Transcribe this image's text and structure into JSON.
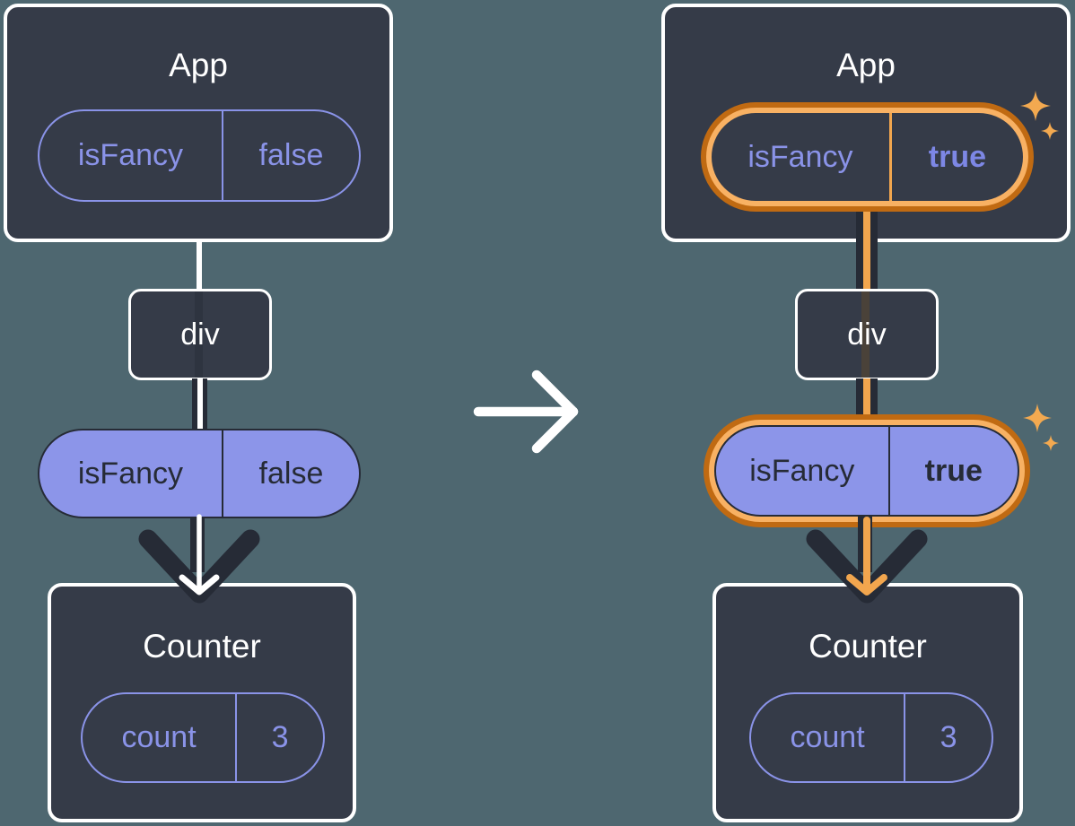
{
  "diagram": {
    "before": {
      "app": {
        "title": "App",
        "prop_name": "isFancy",
        "prop_value": "false"
      },
      "div_label": "div",
      "prop_pill": {
        "name": "isFancy",
        "value": "false"
      },
      "counter": {
        "title": "Counter",
        "state_name": "count",
        "state_value": "3"
      }
    },
    "after": {
      "app": {
        "title": "App",
        "prop_name": "isFancy",
        "prop_value": "true"
      },
      "div_label": "div",
      "prop_pill": {
        "name": "isFancy",
        "value": "true"
      },
      "counter": {
        "title": "Counter",
        "state_name": "count",
        "state_value": "3"
      }
    },
    "icons": {
      "transition": "arrow-right",
      "flow": "arrow-down",
      "highlight": "sparkles"
    },
    "colors": {
      "background": "#4E6770",
      "node_fill": "#353B48",
      "node_border": "#FFFFFF",
      "purple": "#8A93E8",
      "purple_fill": "#8C95E9",
      "purple_bold": "#7D87E5",
      "dark": "#262B36",
      "orange_outer": "#C06A12",
      "orange_inner": "#F8B163",
      "orange_accent": "#F2A64E",
      "sparkle": "#F3A950"
    }
  }
}
